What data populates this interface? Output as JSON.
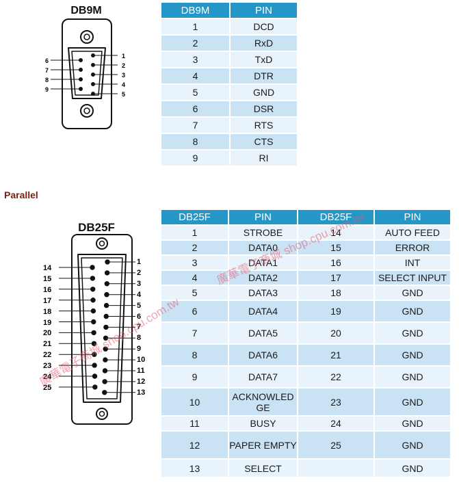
{
  "db9": {
    "title": "DB9M",
    "left_pins": [
      "6",
      "7",
      "8",
      "9"
    ],
    "right_pins": [
      "1",
      "2",
      "3",
      "4",
      "5"
    ],
    "headers": [
      "DB9M",
      "PIN"
    ],
    "rows": [
      [
        "1",
        "DCD"
      ],
      [
        "2",
        "RxD"
      ],
      [
        "3",
        "TxD"
      ],
      [
        "4",
        "DTR"
      ],
      [
        "5",
        "GND"
      ],
      [
        "6",
        "DSR"
      ],
      [
        "7",
        "RTS"
      ],
      [
        "8",
        "CTS"
      ],
      [
        "9",
        "RI"
      ]
    ]
  },
  "parallel": {
    "section_label": "Parallel",
    "title": "DB25F",
    "left_pins": [
      "14",
      "15",
      "16",
      "17",
      "18",
      "19",
      "20",
      "21",
      "22",
      "23",
      "24",
      "25"
    ],
    "right_pins": [
      "1",
      "2",
      "3",
      "4",
      "5",
      "6",
      "7",
      "8",
      "9",
      "10",
      "11",
      "12",
      "13"
    ],
    "headers": [
      "DB25F",
      "PIN",
      "DB25F",
      "PIN"
    ],
    "rows": [
      [
        "1",
        "STROBE",
        "14",
        "AUTO FEED"
      ],
      [
        "2",
        "DATA0",
        "15",
        "ERROR"
      ],
      [
        "3",
        "DATA1",
        "16",
        "INT"
      ],
      [
        "4",
        "DATA2",
        "17",
        "SELECT INPUT"
      ],
      [
        "5",
        "DATA3",
        "18",
        "GND"
      ],
      [
        "6",
        "DATA4",
        "19",
        "GND"
      ],
      [
        "7",
        "DATA5",
        "20",
        "GND"
      ],
      [
        "8",
        "DATA6",
        "21",
        "GND"
      ],
      [
        "9",
        "DATA7",
        "22",
        "GND"
      ],
      [
        "10",
        "ACKNOWLED GE",
        "23",
        "GND"
      ],
      [
        "11",
        "BUSY",
        "24",
        "GND"
      ],
      [
        "12",
        "PAPER EMPTY",
        "25",
        "GND"
      ],
      [
        "13",
        "SELECT",
        "",
        "GND"
      ]
    ]
  },
  "watermarks": [
    "廣華電子商城 shop.cpu.com.tw",
    "廣華電子商城 shop.cpu.com.tw"
  ]
}
